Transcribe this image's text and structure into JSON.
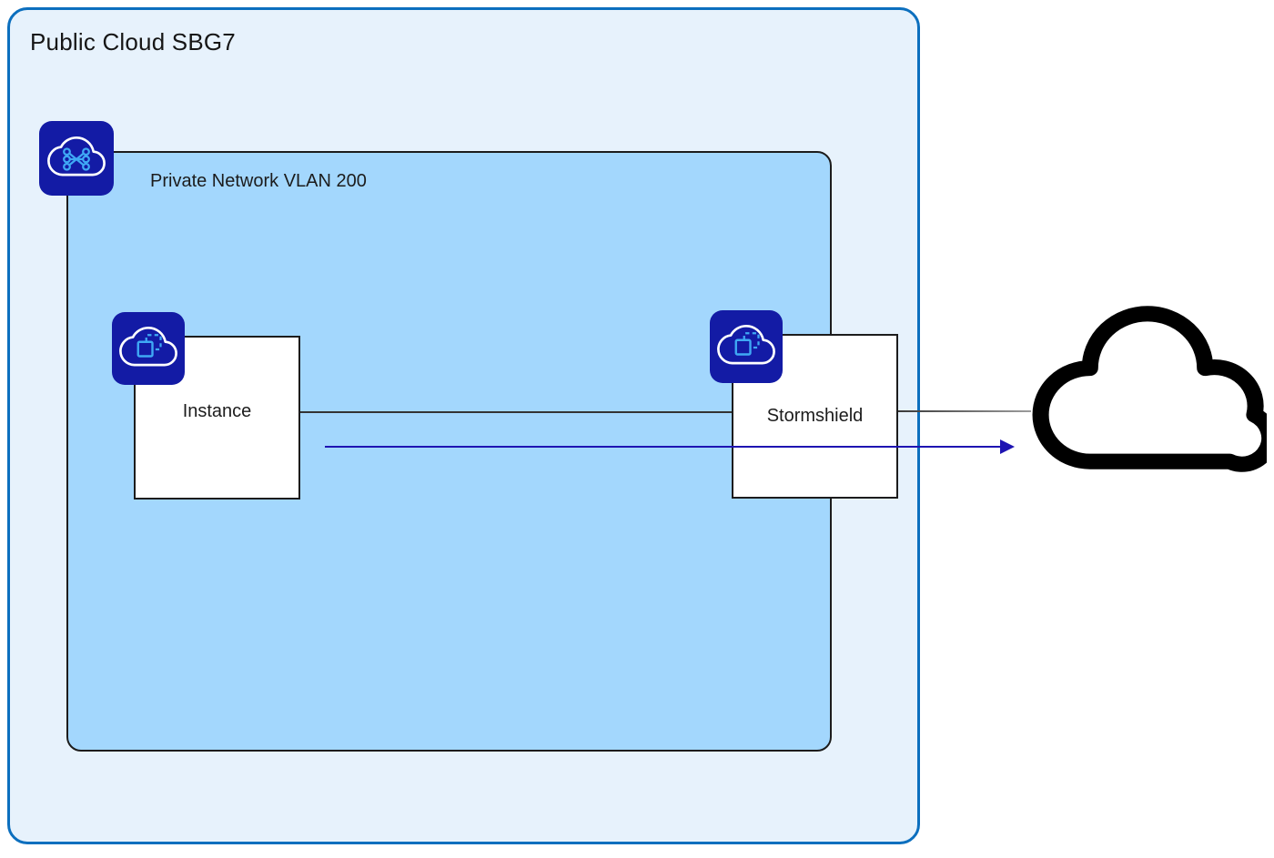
{
  "public_cloud": {
    "title": "Public Cloud SBG7",
    "fill": "#e7f2fc",
    "border_color": "#0c6fbe"
  },
  "private_network": {
    "label": "Private Network VLAN 200",
    "fill": "#a3d7fd",
    "badge_icon": "vrack-cloud-icon",
    "badge_color": "#131ba5",
    "icon_accent_color": "#3fa9f5"
  },
  "nodes": [
    {
      "id": "instance",
      "label": "Instance",
      "badge_icon": "instance-cloud-icon",
      "badge_color": "#131ba5"
    },
    {
      "id": "stormshield",
      "label": "Stormshield",
      "badge_icon": "instance-cloud-icon",
      "badge_color": "#131ba5"
    }
  ],
  "connections": [
    {
      "from": "instance",
      "to": "stormshield",
      "style": "plain-line",
      "color": "#333333"
    },
    {
      "from": "stormshield",
      "to": "internet",
      "style": "plain-line",
      "color": "#666666"
    },
    {
      "from": "instance",
      "to": "internet",
      "style": "arrow",
      "color": "#1e14b2"
    }
  ],
  "internet": {
    "icon": "internet-cloud-icon",
    "outline_color": "#000000"
  }
}
